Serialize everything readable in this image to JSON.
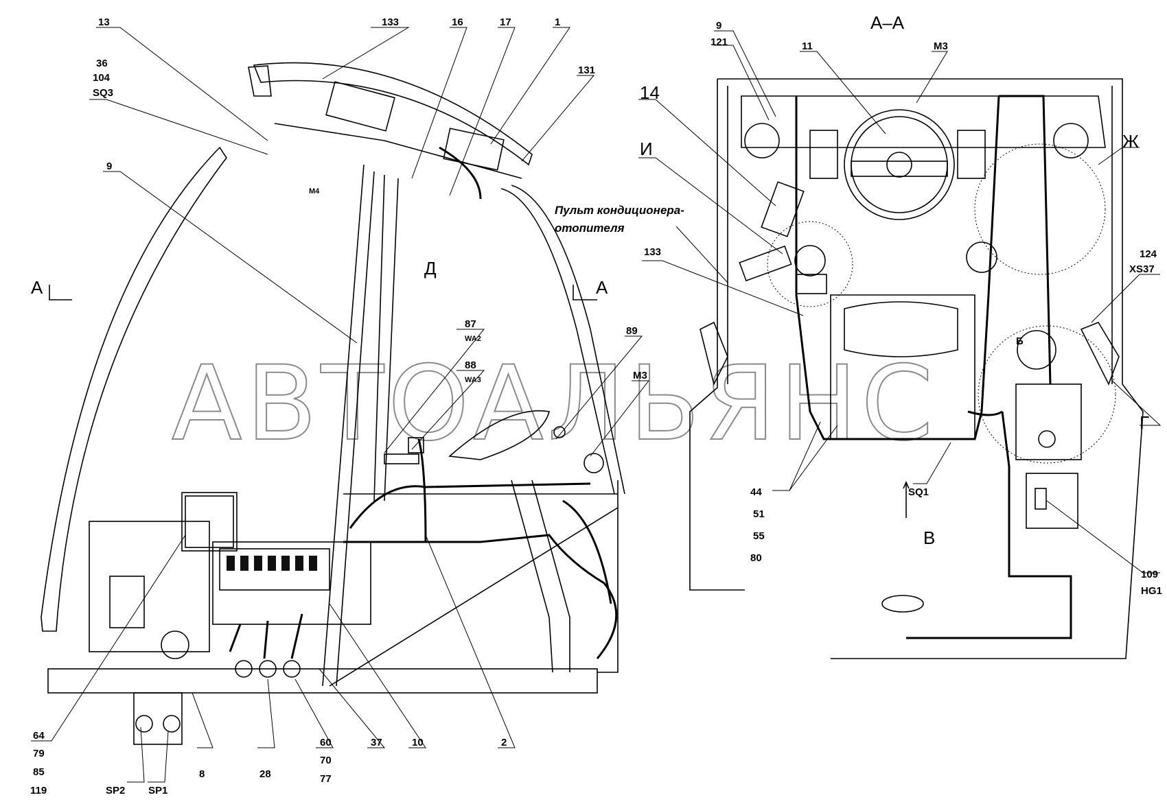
{
  "watermark": "АВТОАЛЬЯНС",
  "section_title": "А–А",
  "note_console": [
    "Пульт кондиционера-",
    "отопителя"
  ],
  "left_view": {
    "callouts": [
      "13",
      "133",
      "16",
      "17",
      "1",
      "131",
      "9",
      "87",
      "88",
      "89",
      "М3",
      "64",
      "79",
      "85",
      "119",
      "SP2",
      "SP1",
      "8",
      "28",
      "60",
      "70",
      "77",
      "37",
      "10",
      "2"
    ],
    "sub_labels": [
      "WA2",
      "WA3"
    ],
    "stack_36": [
      "36",
      "104",
      "SQ3"
    ],
    "motor_m4": "М4",
    "section_mark_left": "А",
    "section_mark_right": "А",
    "view_d": "Д"
  },
  "right_view": {
    "callouts": [
      "9",
      "121",
      "11",
      "М3",
      "14",
      "И",
      "Ж",
      "133",
      "124",
      "XS37",
      "Б",
      "Г",
      "44",
      "51",
      "55",
      "80",
      "SQ1",
      "В",
      "109",
      "HG1"
    ]
  }
}
